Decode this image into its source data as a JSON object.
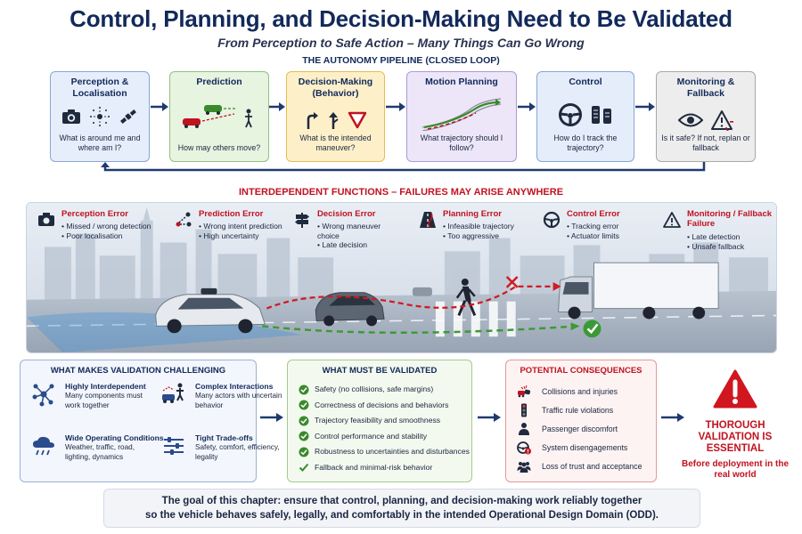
{
  "header": {
    "title": "Control, Planning, and Decision-Making Need to Be Validated",
    "subtitle": "From Perception to Safe Action – Many Things Can Go Wrong",
    "pipeline_label": "THE AUTONOMY PIPELINE (CLOSED LOOP)"
  },
  "pipeline": [
    {
      "title": "Perception & Localisation",
      "question": "What is around me and where am I?"
    },
    {
      "title": "Prediction",
      "question": "How may others move?"
    },
    {
      "title": "Decision-Making (Behavior)",
      "question": "What is the intended maneuver?"
    },
    {
      "title": "Motion Planning",
      "question": "What trajectory should I follow?"
    },
    {
      "title": "Control",
      "question": "How do I track the trajectory?"
    },
    {
      "title": "Monitoring & Fallback",
      "question": "Is it safe? If not, replan or fallback"
    }
  ],
  "interdependent_label": "INTERDEPENDENT FUNCTIONS – FAILURES MAY ARISE ANYWHERE",
  "errors": [
    {
      "title": "Perception Error",
      "items": [
        "Missed / wrong detection",
        "Poor localisation"
      ]
    },
    {
      "title": "Prediction Error",
      "items": [
        "Wrong intent prediction",
        "High uncertainty"
      ]
    },
    {
      "title": "Decision Error",
      "items": [
        "Wrong maneuver choice",
        "Late decision"
      ]
    },
    {
      "title": "Planning Error",
      "items": [
        "Infeasible trajectory",
        "Too aggressive"
      ]
    },
    {
      "title": "Control Error",
      "items": [
        "Tracking error",
        "Actuator limits"
      ]
    },
    {
      "title": "Monitoring / Fallback Failure",
      "items": [
        "Late detection",
        "Unsafe fallback"
      ]
    }
  ],
  "challenges": {
    "title": "WHAT MAKES VALIDATION CHALLENGING",
    "items": [
      {
        "title": "Highly Interdependent",
        "desc": "Many components must work together",
        "icon": "network-icon"
      },
      {
        "title": "Complex Interactions",
        "desc": "Many actors with uncertain behavior",
        "icon": "actors-icon"
      },
      {
        "title": "Wide Operating Conditions",
        "desc": "Weather, traffic, road, lighting, dynamics",
        "icon": "weather-icon"
      },
      {
        "title": "Tight Trade-offs",
        "desc": "Safety, comfort, efficiency, legality",
        "icon": "sliders-icon"
      }
    ]
  },
  "validate": {
    "title": "WHAT MUST BE VALIDATED",
    "items": [
      "Safety (no collisions, safe margins)",
      "Correctness of decisions and behaviors",
      "Trajectory feasibility and smoothness",
      "Control performance and stability",
      "Robustness to uncertainties and disturbances",
      "Fallback and minimal-risk behavior"
    ]
  },
  "consequences": {
    "title": "POTENTIAL CONSEQUENCES",
    "items": [
      "Collisions and injuries",
      "Traffic rule violations",
      "Passenger discomfort",
      "System disengagements",
      "Loss of trust and acceptance"
    ]
  },
  "conclusion": {
    "main": "THOROUGH VALIDATION IS ESSENTIAL",
    "sub": "Before deployment in the real world"
  },
  "goal": {
    "line1": "The goal of this chapter: ensure that control, planning, and decision-making work reliably together",
    "line2": "so the vehicle behaves safely, legally, and comfortably in the intended Operational Design Domain (ODD)."
  },
  "colors": {
    "navy": "#12295a",
    "red": "#c1121f",
    "green": "#3a8a2c"
  }
}
